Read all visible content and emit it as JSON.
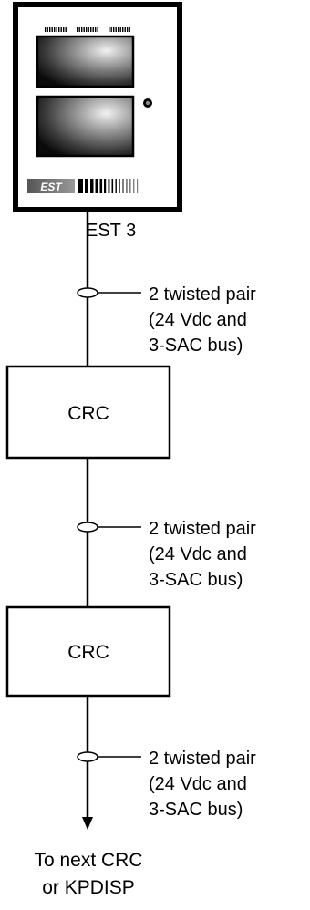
{
  "panel": {
    "label": "EST 3",
    "logo_text": "EST"
  },
  "cable_notes": [
    {
      "line1": "2 twisted pair",
      "line2": "(24 Vdc and",
      "line3": "3-SAC bus)"
    },
    {
      "line1": "2 twisted pair",
      "line2": "(24 Vdc and",
      "line3": "3-SAC bus)"
    },
    {
      "line1": "2 twisted pair",
      "line2": "(24 Vdc and",
      "line3": "3-SAC bus)"
    }
  ],
  "crc_boxes": [
    {
      "label": "CRC"
    },
    {
      "label": "CRC"
    }
  ],
  "destination": {
    "line1": "To next CRC",
    "line2": "or KPDISP"
  },
  "colors": {
    "line": "#000000",
    "background": "#ffffff"
  }
}
